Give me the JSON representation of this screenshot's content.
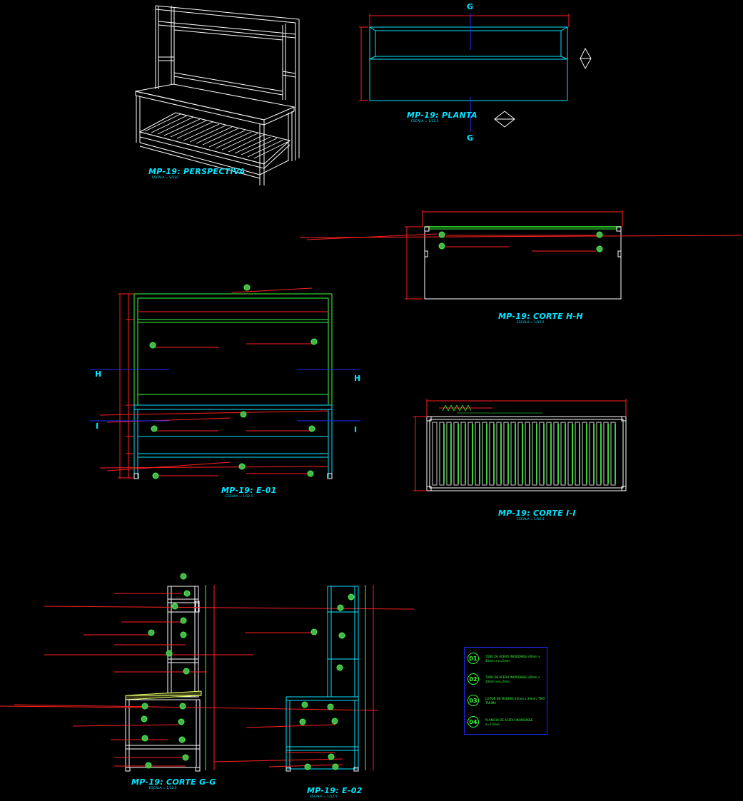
{
  "titles": {
    "perspectiva": "MP-19: PERSPECTIVA",
    "planta": "MP-19: PLANTA",
    "corte_hh": "MP-19: CORTE H-H",
    "e01": "MP-19: E-01",
    "corte_ii": "MP-19: CORTE I-I",
    "corte_gg": "MP-19: CORTE G-G",
    "e02": "MP-19: E-02"
  },
  "scales": {
    "perspectiva": "ESCALA = S/ESC",
    "planta": "ESCALA = 1/12.5",
    "corte_hh": "ESCALA = 1/12.5",
    "e01": "ESCALA = 1/12.5",
    "corte_ii": "ESCALA = 1/12.5",
    "corte_gg": "ESCALA = 1/12.5",
    "e02": "ESCALA = 1/12.5"
  },
  "section_marks": {
    "g": "G",
    "h": "H",
    "i": "I"
  },
  "legend": [
    {
      "num": "01",
      "text": "TUBO DE ACERO INOXIDABLE 40mm x 40mm x e=2mm."
    },
    {
      "num": "02",
      "text": "TUBO DE ACERO INOXIDABLE 40mm x 20mm x e=2mm."
    },
    {
      "num": "03",
      "text": "LISTON DE MADERA 45mm x 20mm. TIPO TARIMA"
    },
    {
      "num": "04",
      "text": "PLANCHA DE ACERO INOXIDABLE e=1.5mm."
    }
  ],
  "colors": {
    "cyan": "#00e5ff",
    "green": "#39ff3a",
    "red": "#ff2020",
    "white": "#ffffff",
    "blue": "#1e2bff",
    "yellow": "#e0ff6a"
  }
}
